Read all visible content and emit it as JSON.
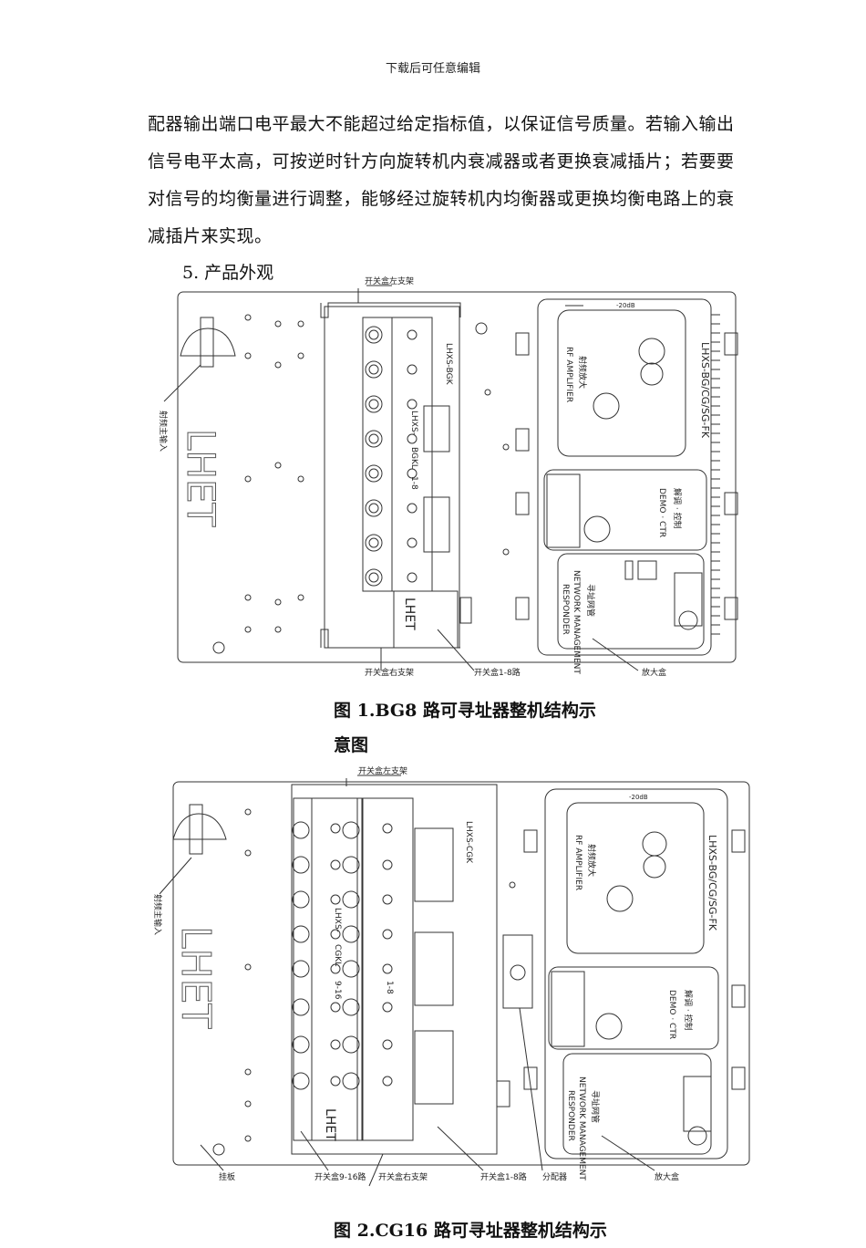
{
  "header": "下载后可任意编辑",
  "paragraph": [
    "配器输出端口电平最大不能超过给定指标值，以保证信号质量。若输入输出",
    "信号电平太高，可按逆时针方向旋转机内衰减器或者更换衰减插片；若要要",
    "对信号的均衡量进行调整，能够经过旋转机内均衡器或更换均衡电路上的衰",
    "减插片来实现。"
  ],
  "section_heading": "5.   产品外观",
  "figure1": {
    "caption_line1": "图 1.BG8 路可寻址器整机结构示",
    "caption_line2": "意图",
    "labels": {
      "top_bracket": "开关盒左支架",
      "rf_input": "射频主输入",
      "brand": "LHET",
      "module_code": "LHXS-BGK",
      "box_code_a": "LHXS-",
      "box_code_b": "BGKL",
      "box_code_c": "1-8",
      "box_brand": "LHET",
      "amp_model": "LHXS-BG/CG/SG-FK",
      "amp_rf": "RF AMPLIFIER",
      "amp_rf_cn": "射频放大",
      "demo": "DEMO · CTR",
      "demo_cn": "解调 · 控制",
      "network1": "NETWORK MANAGEMENT",
      "network2": "RESPONDER",
      "network_cn": "寻址网管",
      "test": "-20dB",
      "bottom_right_bracket": "开关盒右支架",
      "bottom_switch": "开关盒1-8路",
      "bottom_amp": "放大盒"
    }
  },
  "figure2": {
    "caption_line1": "图 2.CG16 路可寻址器整机结构示",
    "labels": {
      "top_bracket": "开关盒左支架",
      "rf_input": "射频主输入",
      "brand": "LHET",
      "module_code": "LHXS-CGK",
      "box_code_a": "LHXS-",
      "box_code_b": "CGKL",
      "box_code_c": "9-16",
      "box_code_d": "1-8",
      "box_brand": "LHET",
      "amp_model": "LHXS-BG/CG/SG-FK",
      "amp_rf": "RF AMPLIFIER",
      "amp_rf_cn": "射频放大",
      "demo": "DEMO · CTR",
      "demo_cn": "解调 · 控制",
      "network1": "NETWORK MANAGEMENT",
      "network2": "RESPONDER",
      "network_cn": "寻址网管",
      "test": "-20dB",
      "bottom_hang": "挂板",
      "bottom_switch2": "开关盒9-16路",
      "bottom_right_bracket": "开关盒右支架",
      "bottom_switch1": "开关盒1-8路",
      "bottom_splitter": "分配器",
      "bottom_amp": "放大盒"
    }
  }
}
